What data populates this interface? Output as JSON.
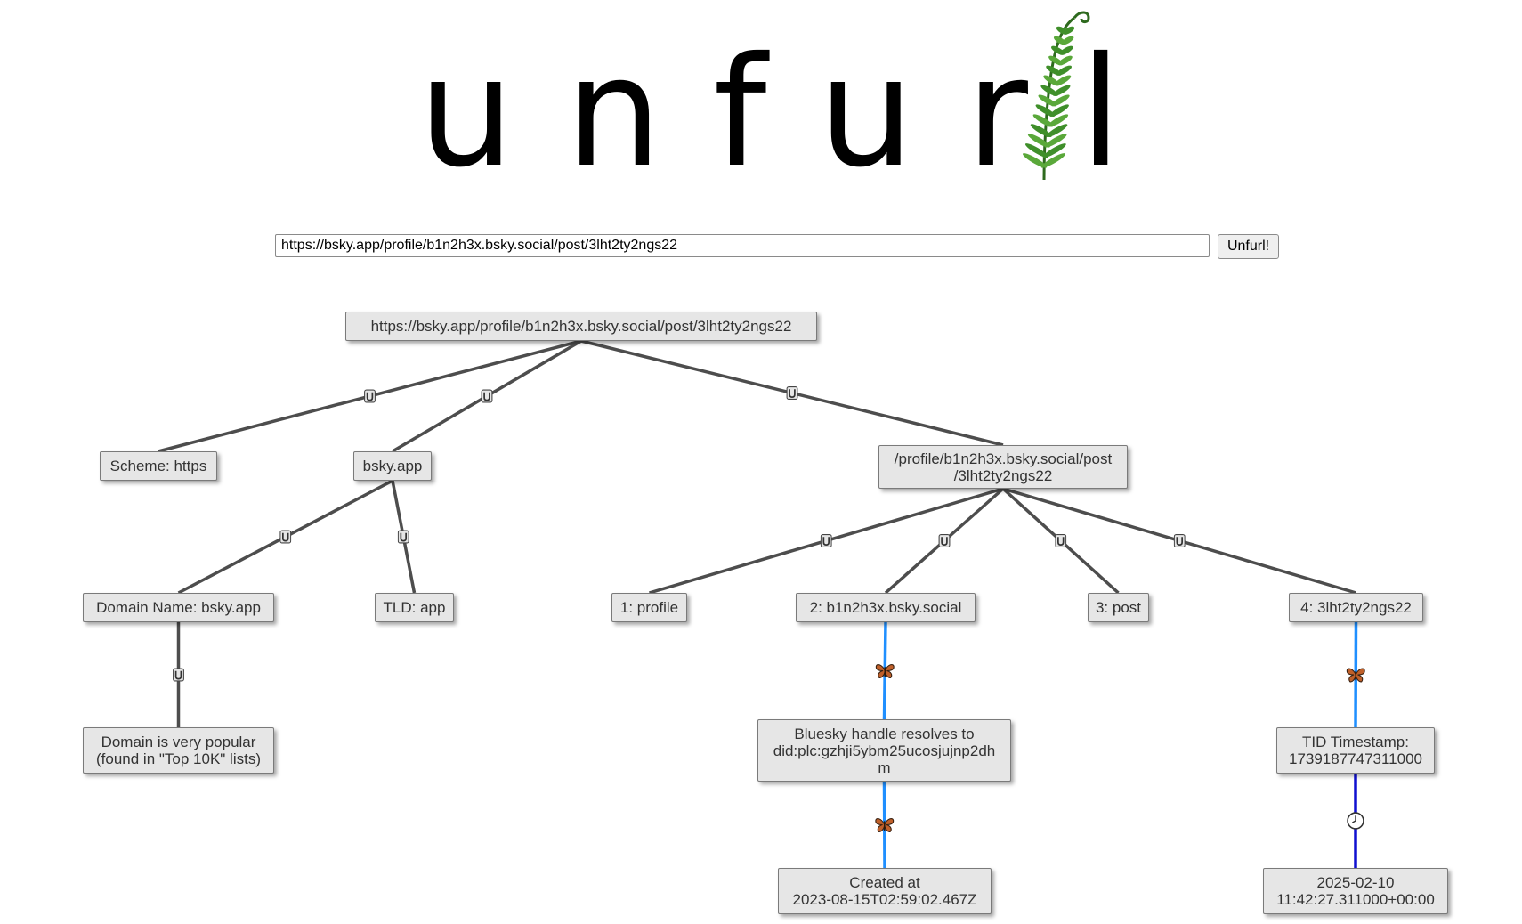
{
  "app": {
    "logo_text": "unfur",
    "logo_letter_l": "l"
  },
  "search": {
    "value": "https://bsky.app/profile/b1n2h3x.bsky.social/post/3lht2ty2ngs22",
    "button_label": "Unfurl!"
  },
  "colors": {
    "node_fill": "#e6e6e6",
    "node_border": "#7a7a7a",
    "edge_url_parse": "#4d4d4d",
    "edge_bluesky": "#1f8fff",
    "edge_timestamp": "#1010d0",
    "fern_green": "#3f8f2a"
  },
  "graph": {
    "nodes": [
      {
        "id": "root",
        "label": "https://bsky.app/profile/b1n2h3x.bsky.social/post/3lht2ty2ngs22"
      },
      {
        "id": "scheme",
        "label": "Scheme: https"
      },
      {
        "id": "host",
        "label": "bsky.app"
      },
      {
        "id": "path",
        "label": "/profile/b1n2h3x.bsky.social/post\n/3lht2ty2ngs22"
      },
      {
        "id": "domain",
        "label": "Domain Name: bsky.app"
      },
      {
        "id": "tld",
        "label": "TLD: app"
      },
      {
        "id": "seg1",
        "label": "1: profile"
      },
      {
        "id": "seg2",
        "label": "2: b1n2h3x.bsky.social"
      },
      {
        "id": "seg3",
        "label": "3: post"
      },
      {
        "id": "seg4",
        "label": "4: 3lht2ty2ngs22"
      },
      {
        "id": "popular",
        "label": "Domain is very popular\n(found in \"Top 10K\" lists)"
      },
      {
        "id": "handle",
        "label": "Bluesky handle resolves to\ndid:plc:gzhji5ybm25ucosjujnp2dh\nm"
      },
      {
        "id": "tid",
        "label": "TID Timestamp:\n1739187747311000"
      },
      {
        "id": "created",
        "label": "Created at\n2023-08-15T02:59:02.467Z"
      },
      {
        "id": "datetime",
        "label": "2025-02-10\n11:42:27.311000+00:00"
      }
    ],
    "edges": [
      {
        "from": "root",
        "to": "scheme",
        "kind": "url-parse",
        "icon": "u-magnet-icon"
      },
      {
        "from": "root",
        "to": "host",
        "kind": "url-parse",
        "icon": "u-magnet-icon"
      },
      {
        "from": "root",
        "to": "path",
        "kind": "url-parse",
        "icon": "u-magnet-icon"
      },
      {
        "from": "host",
        "to": "domain",
        "kind": "url-parse",
        "icon": "u-magnet-icon"
      },
      {
        "from": "host",
        "to": "tld",
        "kind": "url-parse",
        "icon": "u-magnet-icon"
      },
      {
        "from": "path",
        "to": "seg1",
        "kind": "url-parse",
        "icon": "u-magnet-icon"
      },
      {
        "from": "path",
        "to": "seg2",
        "kind": "url-parse",
        "icon": "u-magnet-icon"
      },
      {
        "from": "path",
        "to": "seg3",
        "kind": "url-parse",
        "icon": "u-magnet-icon"
      },
      {
        "from": "path",
        "to": "seg4",
        "kind": "url-parse",
        "icon": "u-magnet-icon"
      },
      {
        "from": "domain",
        "to": "popular",
        "kind": "url-parse",
        "icon": "u-magnet-icon"
      },
      {
        "from": "seg2",
        "to": "handle",
        "kind": "bluesky",
        "icon": "butterfly-icon"
      },
      {
        "from": "handle",
        "to": "created",
        "kind": "bluesky",
        "icon": "butterfly-icon"
      },
      {
        "from": "seg4",
        "to": "tid",
        "kind": "bluesky",
        "icon": "butterfly-icon"
      },
      {
        "from": "tid",
        "to": "datetime",
        "kind": "timestamp",
        "icon": "clock-icon"
      }
    ]
  }
}
